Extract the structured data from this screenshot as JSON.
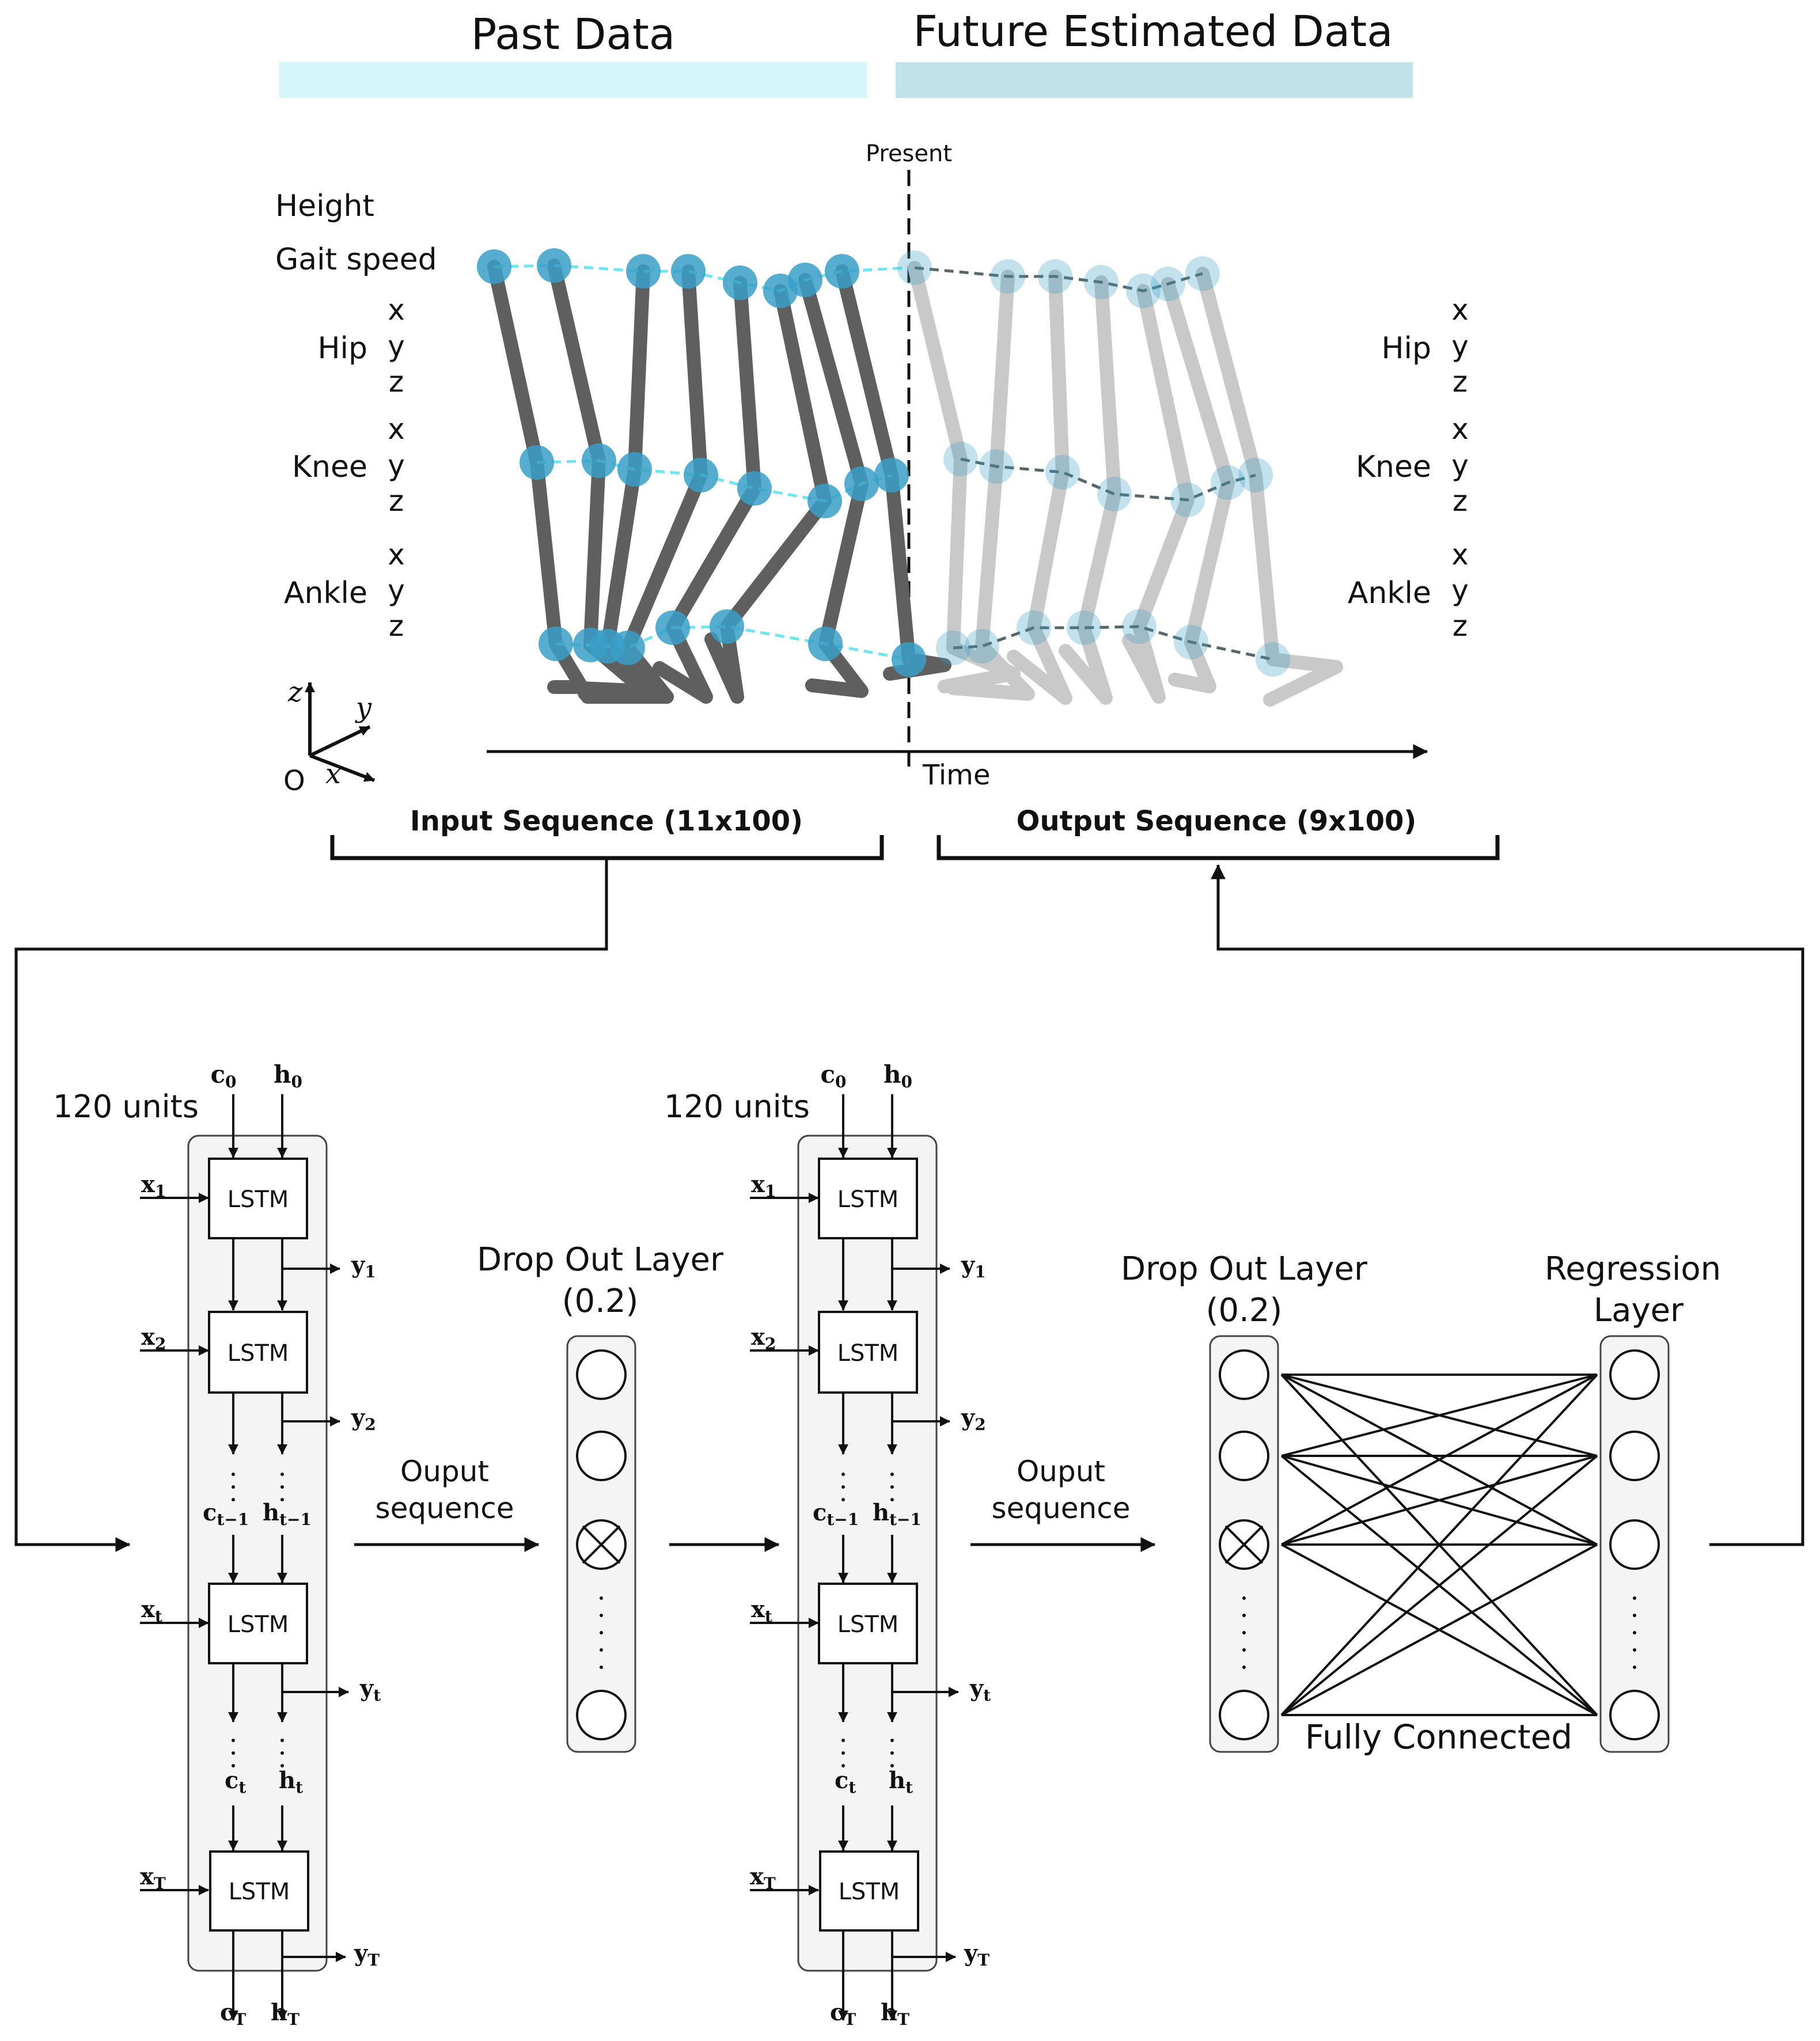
{
  "header": {
    "past_label": "Past Data",
    "future_label": "Future Estimated Data",
    "past_color": "#d4f6fb",
    "future_color": "#c0e2e8"
  },
  "gait_plot": {
    "present_label": "Present",
    "time_label": "Time",
    "rows_left": {
      "height": "Height",
      "gait_speed": "Gait speed",
      "hip": "Hip",
      "knee": "Knee",
      "ankle": "Ankle"
    },
    "rows_right": {
      "hip": "Hip",
      "knee": "Knee",
      "ankle": "Ankle"
    },
    "axis_letters": [
      "x",
      "y",
      "z"
    ],
    "frame": {
      "z": "z",
      "y": "y",
      "x": "x",
      "origin": "O"
    },
    "joint_color": "#3a9fc8",
    "past_leg_color": "#5f5f5f",
    "future_leg_color": "#c9c9c9",
    "past_trail_color": "#72e3f0",
    "future_trail_color": "#56666a"
  },
  "sequences": {
    "input_label": "Input Sequence (11x100)",
    "output_label": "Output Sequence (9x100)"
  },
  "network": {
    "lstm1": {
      "units_label": "120 units",
      "cell_label": "LSTM",
      "c0": "c",
      "c0_sub": "0",
      "h0": "h",
      "h0_sub": "0",
      "inputs": [
        {
          "v": "x",
          "sub": "1"
        },
        {
          "v": "x",
          "sub": "2"
        },
        {
          "v": "x",
          "sub": "t"
        },
        {
          "v": "x",
          "sub": "T"
        }
      ],
      "outputs": [
        {
          "v": "y",
          "sub": "1"
        },
        {
          "v": "y",
          "sub": "2"
        },
        {
          "v": "y",
          "sub": "t"
        },
        {
          "v": "y",
          "sub": "T"
        }
      ],
      "c_prev": "c",
      "c_prev_sub": "t−1",
      "h_prev": "h",
      "h_prev_sub": "t−1",
      "ct": "c",
      "ct_sub": "t",
      "ht": "h",
      "ht_sub": "t",
      "cT": "c",
      "cT_sub": "T",
      "hT": "h",
      "hT_sub": "T"
    },
    "lstm2": {
      "units_label": "120 units",
      "cell_label": "LSTM",
      "c0": "c",
      "c0_sub": "0",
      "h0": "h",
      "h0_sub": "0",
      "inputs": [
        {
          "v": "x",
          "sub": "1"
        },
        {
          "v": "x",
          "sub": "2"
        },
        {
          "v": "x",
          "sub": "t"
        },
        {
          "v": "x",
          "sub": "T"
        }
      ],
      "outputs": [
        {
          "v": "y",
          "sub": "1"
        },
        {
          "v": "y",
          "sub": "2"
        },
        {
          "v": "y",
          "sub": "t"
        },
        {
          "v": "y",
          "sub": "T"
        }
      ],
      "c_prev": "c",
      "c_prev_sub": "t−1",
      "h_prev": "h",
      "h_prev_sub": "t−1",
      "ct": "c",
      "ct_sub": "t",
      "ht": "h",
      "ht_sub": "t",
      "cT": "c",
      "cT_sub": "T",
      "hT": "h",
      "hT_sub": "T"
    },
    "ouput_seq_1": [
      "Ouput",
      "sequence"
    ],
    "ouput_seq_2": [
      "Ouput",
      "sequence"
    ],
    "dropout1": [
      "Drop Out Layer",
      "(0.2)"
    ],
    "dropout2": [
      "Drop Out Layer",
      "(0.2)"
    ],
    "regression": [
      "Regression",
      "Layer"
    ],
    "fully_connected": "Fully Connected",
    "panel_fill": "#f4f4f4"
  }
}
